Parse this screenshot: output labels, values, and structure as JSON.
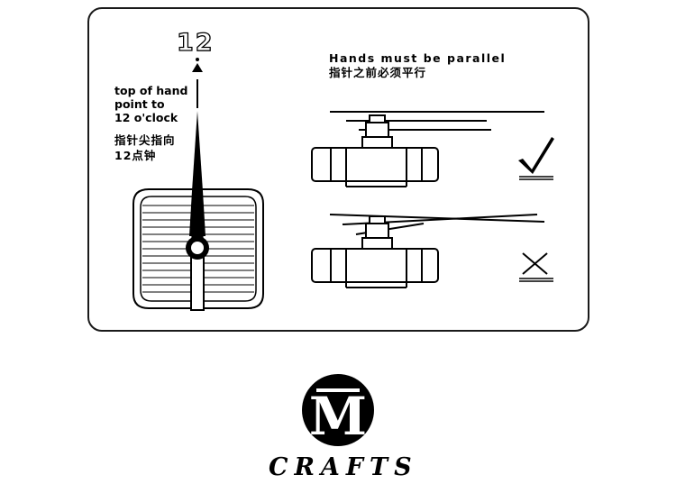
{
  "instruction": {
    "number_label": "12",
    "top_hand_text_en": "top of hand\npoint to\n12 o'clock",
    "top_hand_text_zh": "指针尖指向\n12点钟",
    "parallel_text_en": "Hands must be parallel",
    "parallel_text_zh": "指针之前必须平行"
  },
  "logo": {
    "monogram": "M",
    "brand": "CRAFTS"
  },
  "colors": {
    "ink": "#000000",
    "background": "#ffffff"
  },
  "icons": [
    "arrow-up-icon",
    "checkmark-icon",
    "cross-icon"
  ]
}
